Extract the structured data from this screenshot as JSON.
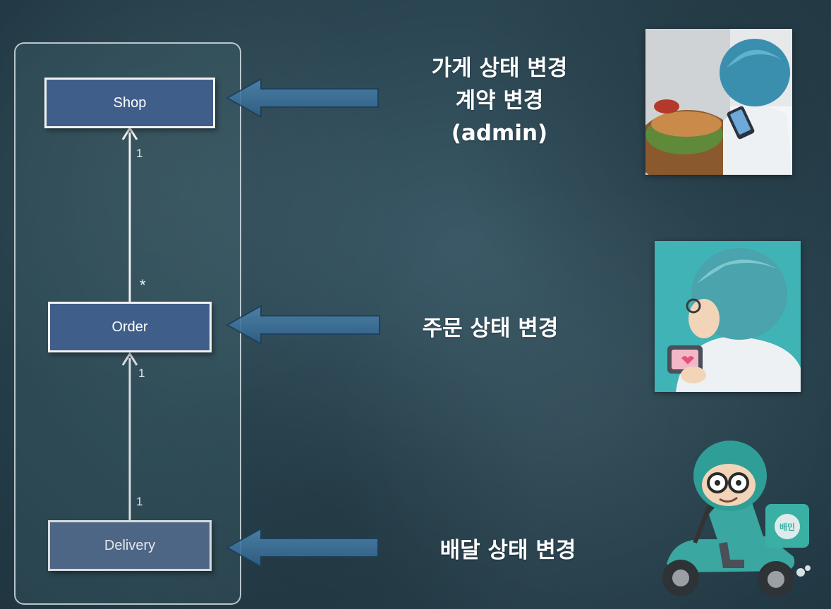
{
  "diagram": {
    "classes": {
      "shop": "Shop",
      "order": "Order",
      "delivery": "Delivery"
    },
    "multiplicity": {
      "shop_end": "1",
      "order_to_shop": "*",
      "order_end": "1",
      "delivery_end": "1"
    }
  },
  "labels": {
    "shop_line1": "가게 상태 변경",
    "shop_line2": "계약 변경",
    "shop_line3": "(admin)",
    "order": "주문 상태 변경",
    "delivery": "배달 상태 변경"
  },
  "illustrations": {
    "rider_box_text": "배민"
  },
  "colors": {
    "class_fill": "#3f5f8a",
    "arrow_fill": "#3a6f9a",
    "background": "#2b4652",
    "teal_accent": "#3fb3b5"
  }
}
